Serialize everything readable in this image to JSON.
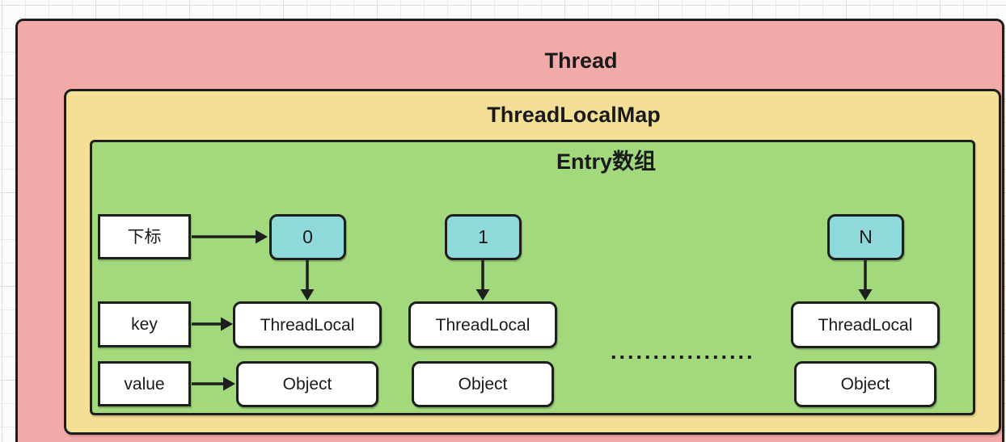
{
  "diagram": {
    "title": "Thread",
    "map_title": "ThreadLocalMap",
    "entry_title": "Entry数组",
    "row_labels": {
      "index": "下标",
      "key": "key",
      "value": "value"
    },
    "columns": [
      {
        "index": "0",
        "key": "ThreadLocal",
        "value": "Object"
      },
      {
        "index": "1",
        "key": "ThreadLocal",
        "value": "Object"
      },
      {
        "index": "N",
        "key": "ThreadLocal",
        "value": "Object"
      }
    ],
    "ellipsis": ".................",
    "colors": {
      "thread_fill": "#F2AAA9",
      "map_fill": "#F3DF95",
      "entry_fill": "#A2D97D",
      "index_fill": "#8FD9DB",
      "node_fill": "#FFFFFF",
      "border": "#1E1E1E",
      "text": "#1A1A1A"
    }
  }
}
